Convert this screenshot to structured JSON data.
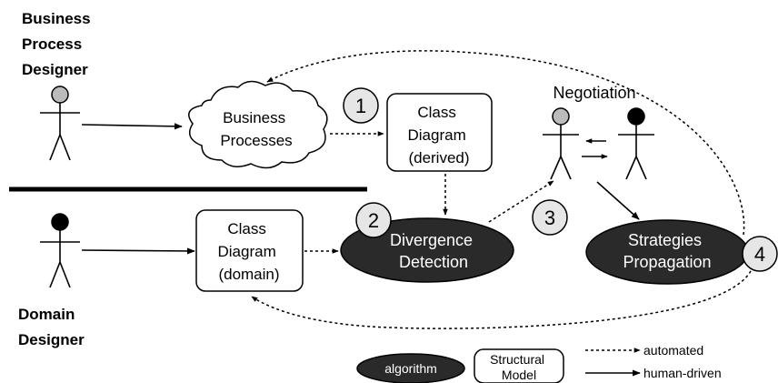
{
  "actors": {
    "business_designer": [
      "Business",
      "Process",
      "Designer"
    ],
    "domain_designer": [
      "Domain",
      "Designer"
    ]
  },
  "nodes": {
    "business_processes": [
      "Business",
      "Processes"
    ],
    "class_diagram_derived": [
      "Class",
      "Diagram",
      "(derived)"
    ],
    "class_diagram_domain": [
      "Class",
      "Diagram",
      "(domain)"
    ],
    "divergence_detection": [
      "Divergence",
      "Detection"
    ],
    "strategies_propagation": [
      "Strategies",
      "Propagation"
    ],
    "negotiation": "Negotiation"
  },
  "steps": [
    "1",
    "2",
    "3",
    "4"
  ],
  "legend": {
    "algorithm": "algorithm",
    "structural_model": [
      "Structural",
      "Model"
    ],
    "automated": "automated",
    "human_driven": "human-driven"
  },
  "colors": {
    "algorithm_fill": "#2a2a2a",
    "head_light": "#bbbbbb",
    "head_dark": "#000000",
    "step_circle": "#e6e6e6"
  }
}
